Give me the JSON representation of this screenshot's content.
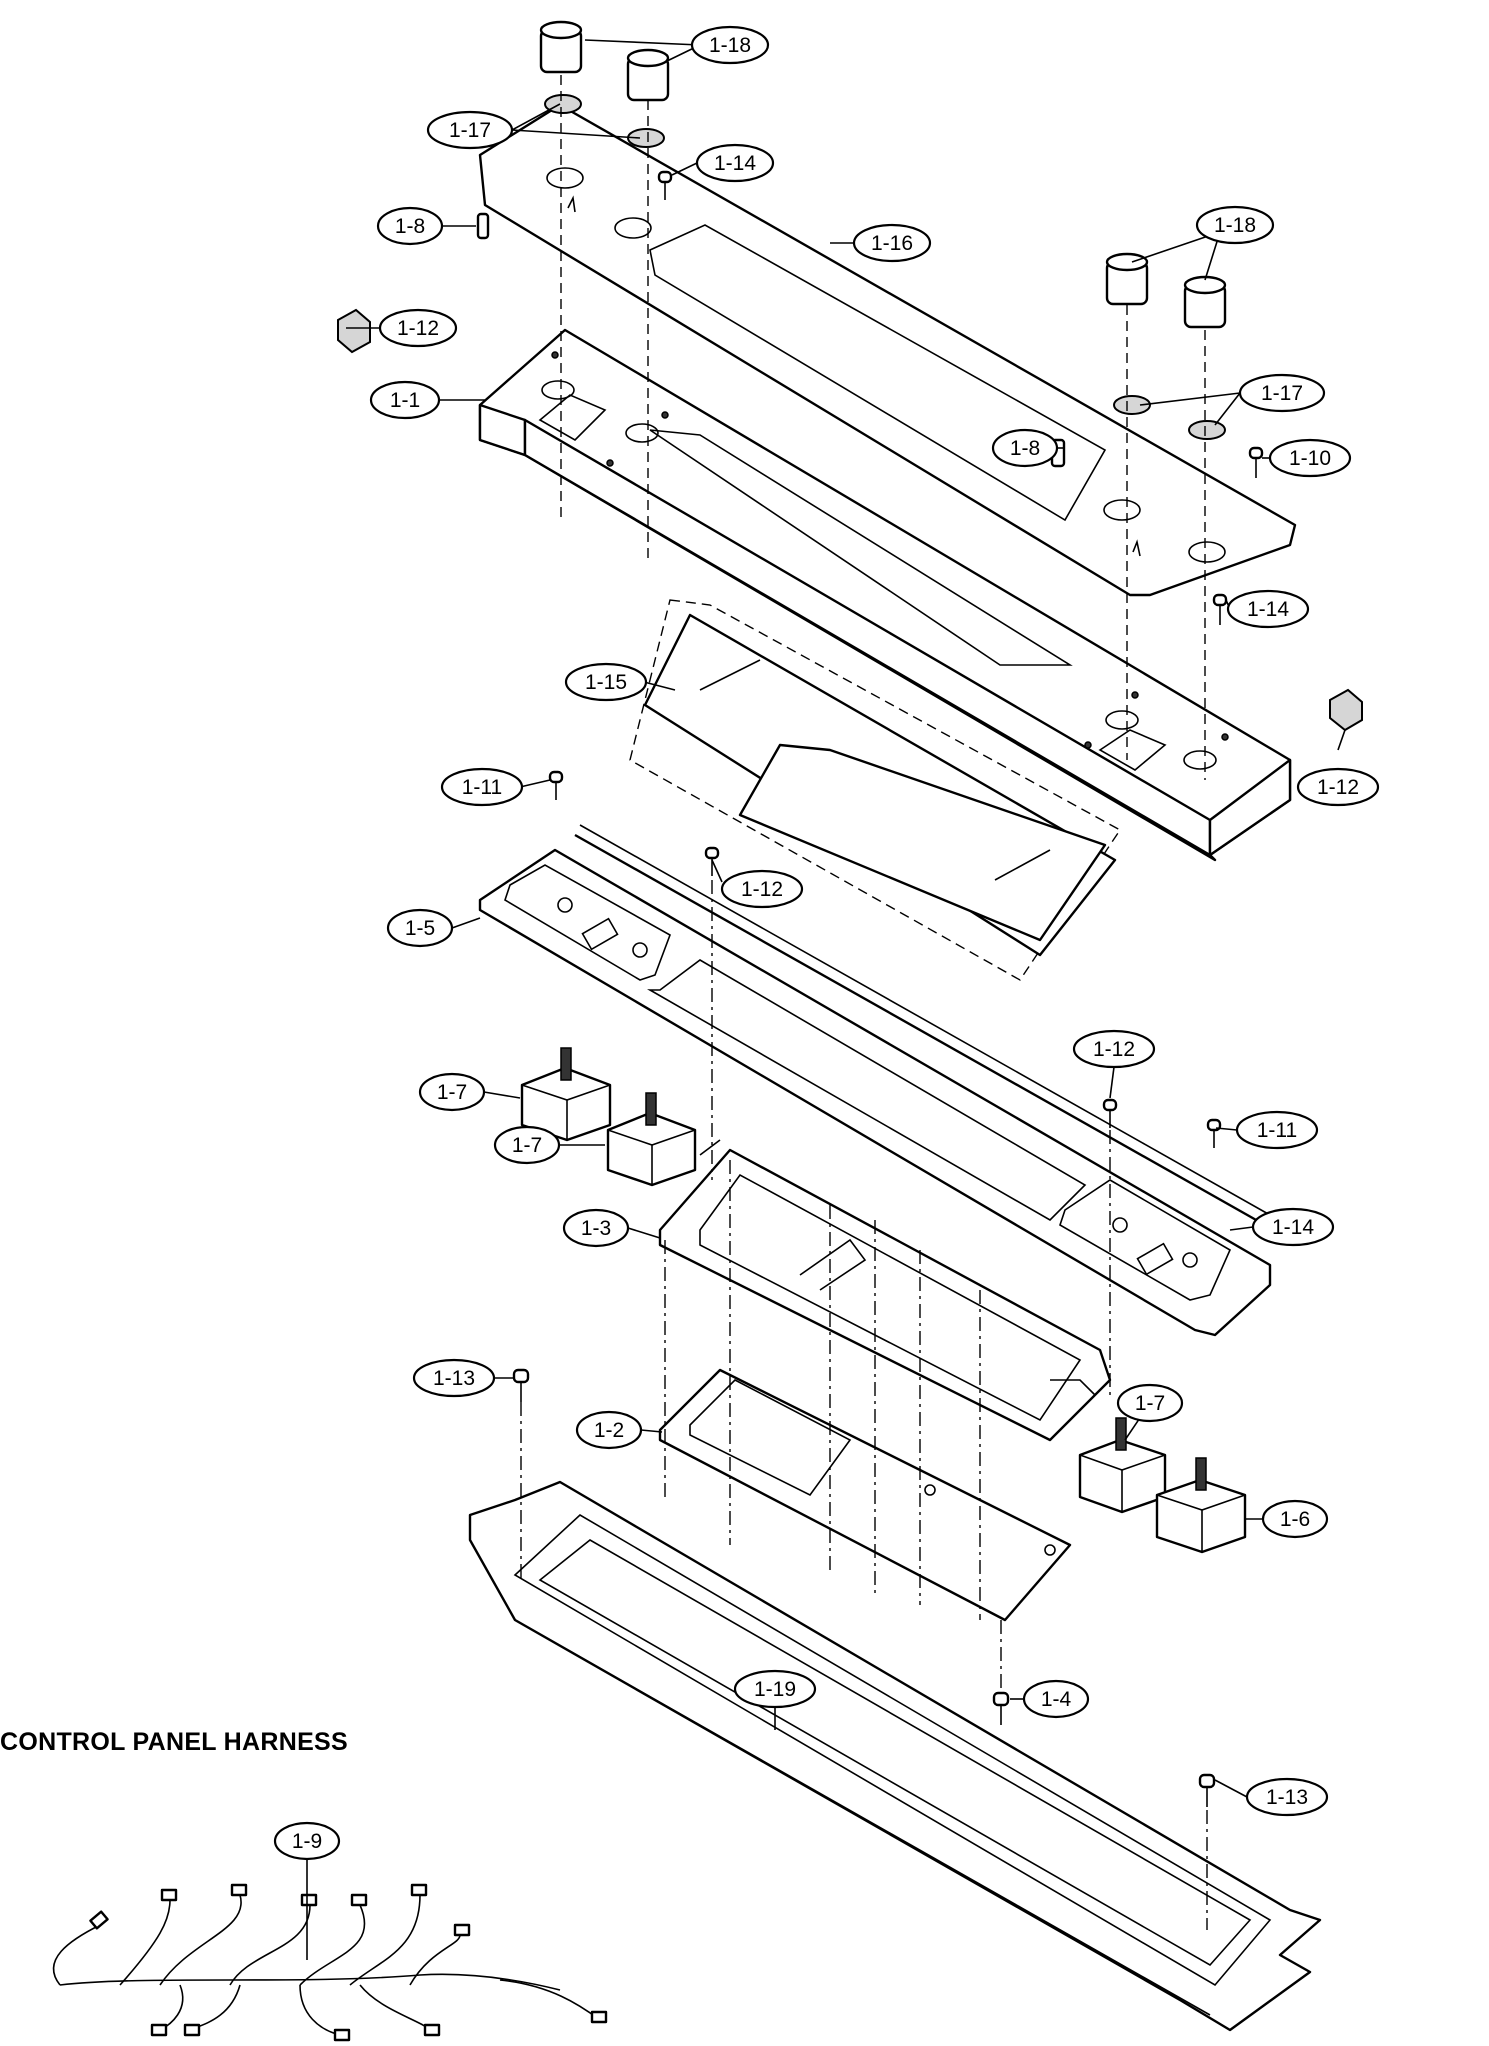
{
  "section_title": "CONTROL PANEL HARNESS",
  "callouts": [
    {
      "id": "c1",
      "label": "1-18"
    },
    {
      "id": "c2",
      "label": "1-17"
    },
    {
      "id": "c3",
      "label": "1-14"
    },
    {
      "id": "c4",
      "label": "1-8"
    },
    {
      "id": "c5",
      "label": "1-16"
    },
    {
      "id": "c6",
      "label": "1-18"
    },
    {
      "id": "c7",
      "label": "1-12"
    },
    {
      "id": "c8",
      "label": "1-1"
    },
    {
      "id": "c9",
      "label": "1-17"
    },
    {
      "id": "c10",
      "label": "1-8"
    },
    {
      "id": "c11",
      "label": "1-10"
    },
    {
      "id": "c12",
      "label": "1-14"
    },
    {
      "id": "c13",
      "label": "1-15"
    },
    {
      "id": "c14",
      "label": "1-12"
    },
    {
      "id": "c15",
      "label": "1-11"
    },
    {
      "id": "c16",
      "label": "1-12"
    },
    {
      "id": "c17",
      "label": "1-5"
    },
    {
      "id": "c18",
      "label": "1-12"
    },
    {
      "id": "c19",
      "label": "1-7"
    },
    {
      "id": "c20",
      "label": "1-11"
    },
    {
      "id": "c21",
      "label": "1-7"
    },
    {
      "id": "c22",
      "label": "1-3"
    },
    {
      "id": "c23",
      "label": "1-14"
    },
    {
      "id": "c24",
      "label": "1-13"
    },
    {
      "id": "c25",
      "label": "1-7"
    },
    {
      "id": "c26",
      "label": "1-2"
    },
    {
      "id": "c27",
      "label": "1-6"
    },
    {
      "id": "c28",
      "label": "1-19"
    },
    {
      "id": "c29",
      "label": "1-4"
    },
    {
      "id": "c30",
      "label": "1-13"
    },
    {
      "id": "c31",
      "label": "1-9"
    }
  ]
}
